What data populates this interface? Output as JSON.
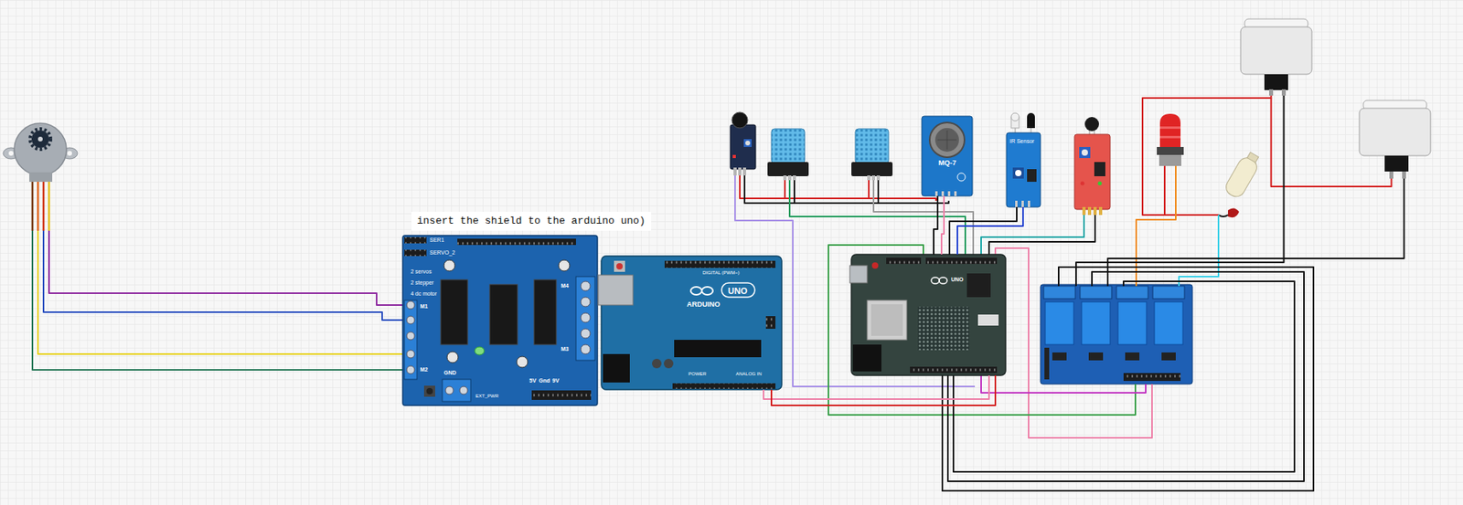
{
  "diagram": {
    "nodes": [
      {
        "text": [
          "insert the shield to the arduino uno)"
        ]
      },
      {
        "text": [
          "SER1",
          "SERVO_2",
          "2 servos",
          "2 stepper",
          "4 dc motor",
          "M1",
          "M2",
          "M3",
          "M4",
          "GND",
          "5V",
          "Gnd",
          "9V",
          "EXT_PWR"
        ]
      },
      {
        "text": [
          "DIGITAL (PWM~)",
          "ARDUINO",
          "UNO",
          "POWER",
          "ANALOG IN"
        ]
      },
      {
        "text": [
          "MQ-7"
        ]
      },
      {
        "text": [
          "IR Sensor"
        ]
      },
      {
        "text": [
          "UNO"
        ]
      }
    ],
    "edges": [
      {
        "from": 3,
        "to": 5,
        "arrow": "none"
      },
      {
        "from": 3,
        "to": 5,
        "arrow": "none"
      },
      {
        "from": 4,
        "to": 5,
        "arrow": "none"
      },
      {
        "from": 4,
        "to": 5,
        "arrow": "none"
      },
      {
        "from": 5,
        "to": 2,
        "arrow": "none"
      },
      {
        "from": 5,
        "to": 2,
        "arrow": "none"
      }
    ]
  }
}
